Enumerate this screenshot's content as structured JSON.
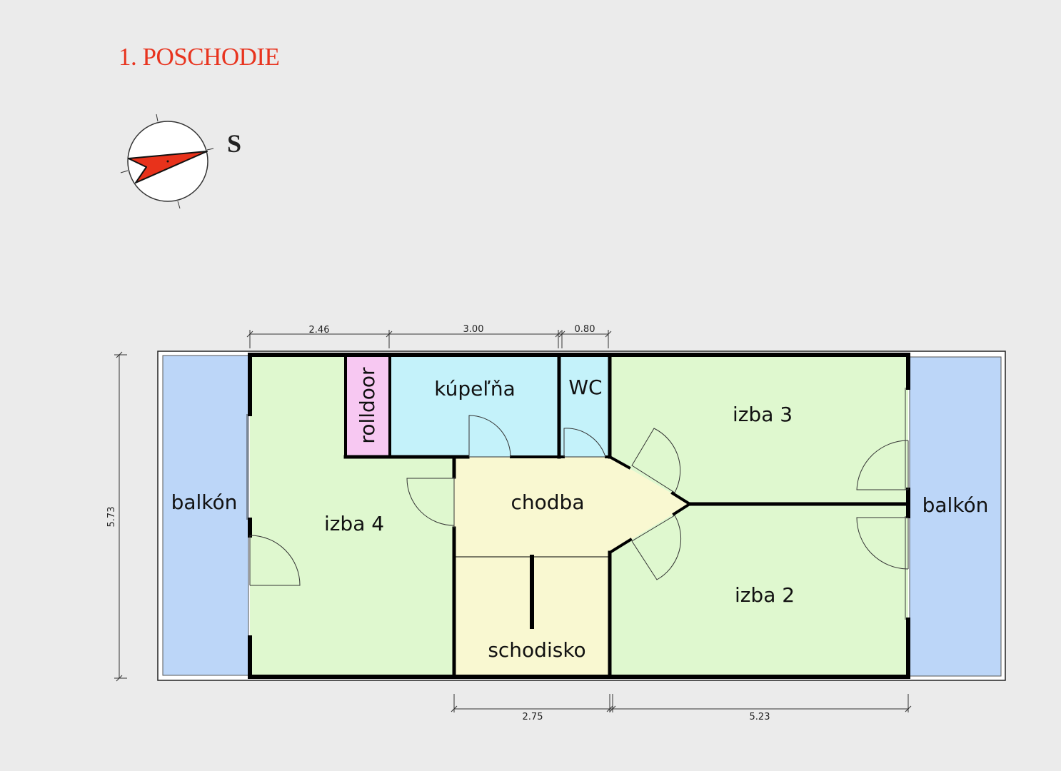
{
  "title": "1. POSCHODIE",
  "compass": {
    "label": "S"
  },
  "rooms": {
    "balcony_left": "balkón",
    "izba4": "izba 4",
    "rolldoor": "rolldoor",
    "kupelna": "kúpeľňa",
    "wc": "WC",
    "chodba": "chodba",
    "schodisko": "schodisko",
    "izba3": "izba 3",
    "izba2": "izba 2",
    "balcony_right": "balkón"
  },
  "dimensions": {
    "top_1": "2.46",
    "top_2": "3.00",
    "top_3": "0.80",
    "left": "5.73",
    "bottom_1": "2.75",
    "bottom_2": "5.23"
  },
  "colors": {
    "title": "#e8341f",
    "room_green": "#dff8cf",
    "balcony_blue": "#bcd6f8",
    "bath_cyan": "#c4f2fa",
    "hall_yellow": "#f9f8d1",
    "rolldoor_pink": "#f7c8f2",
    "compass_needle": "#e8321b"
  }
}
